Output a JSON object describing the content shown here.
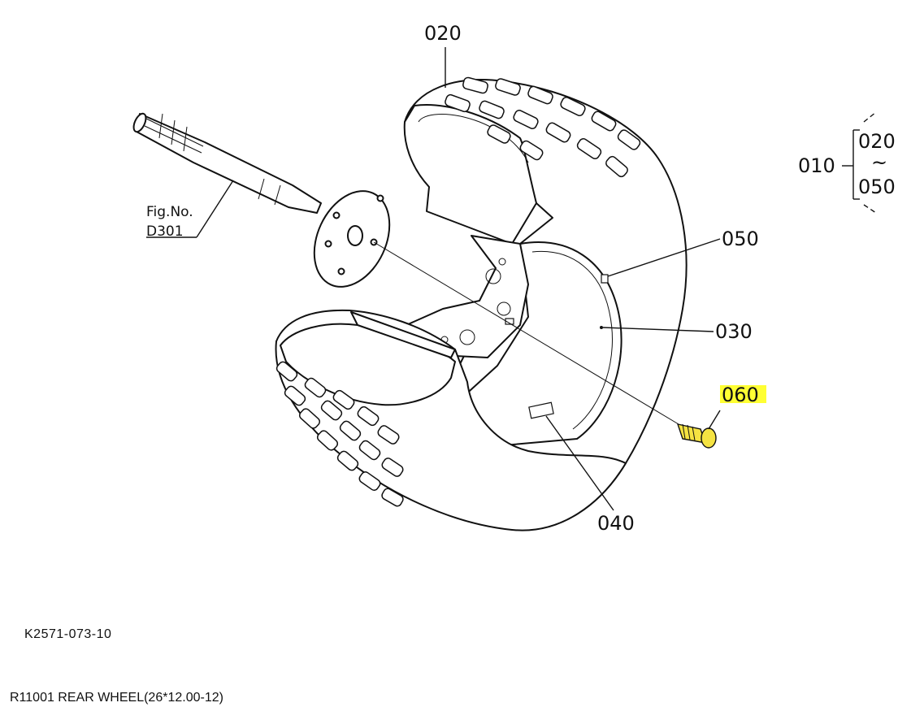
{
  "drawing": {
    "drawing_number": "K2571-073-10",
    "caption": "R11001 REAR WHEEL(26*12.00-12)",
    "highlight_color": "#ffff33",
    "part_color": "#f5e342"
  },
  "callouts": {
    "tire": "020",
    "valve": "050",
    "rim": "030",
    "bolt": "060",
    "weight": "040"
  },
  "fig_ref": {
    "line1": "Fig.No.",
    "line2": "D301"
  },
  "assembly_bracket": {
    "parent": "010",
    "range_start": "020",
    "range_tilde": "~",
    "range_end": "050"
  }
}
